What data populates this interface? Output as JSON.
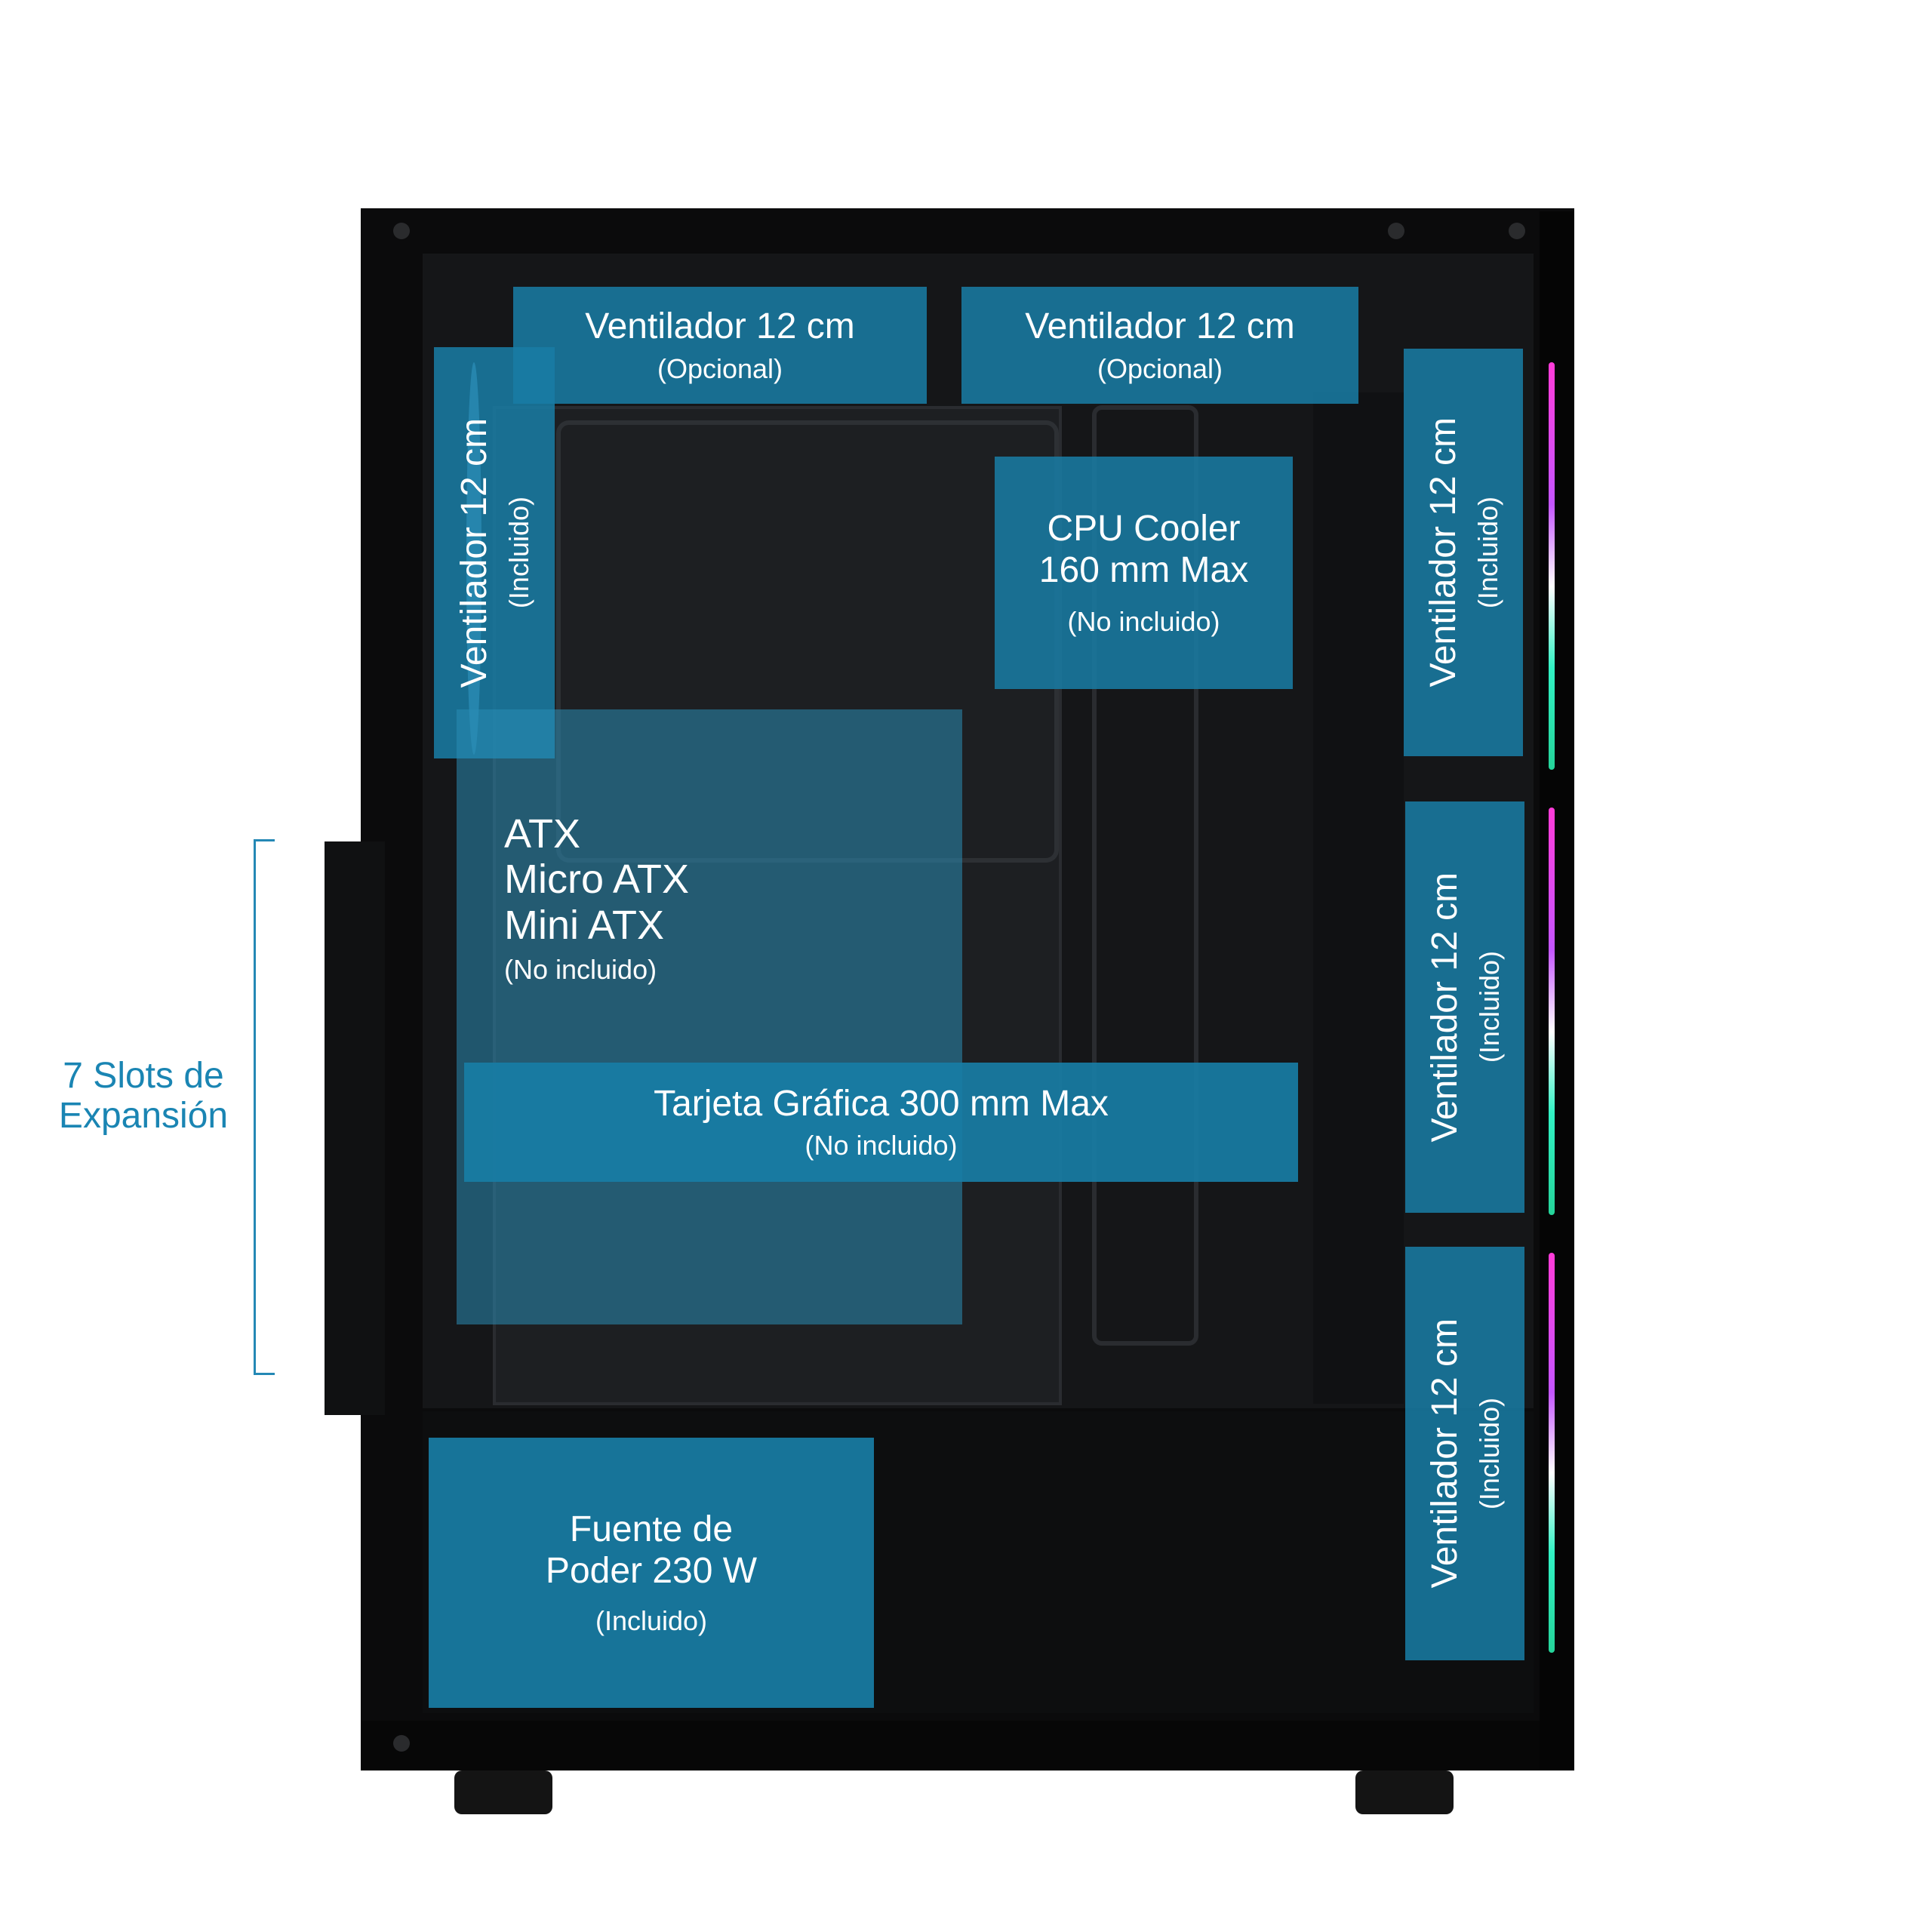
{
  "labels": {
    "top_fan_1": {
      "title": "Ventilador 12 cm",
      "note": "(Opcional)"
    },
    "top_fan_2": {
      "title": "Ventilador 12 cm",
      "note": "(Opcional)"
    },
    "rear_fan": {
      "title": "Ventilador 12 cm",
      "note": "(Incluido)"
    },
    "cpu_cooler": {
      "line1": "CPU Cooler",
      "line2": "160 mm Max",
      "note": "(No incluido)"
    },
    "front_fan_1": {
      "title": "Ventilador 12 cm",
      "note": "(Incluido)"
    },
    "front_fan_2": {
      "title": "Ventilador 12 cm",
      "note": "(Incluido)"
    },
    "front_fan_3": {
      "title": "Ventilador 12 cm",
      "note": "(Incluido)"
    },
    "motherboard": {
      "line1": "ATX",
      "line2": "Micro ATX",
      "line3": "Mini ATX",
      "note": "(No incluido)"
    },
    "gpu": {
      "title": "Tarjeta Gráfica 300 mm Max",
      "note": "(No incluido)"
    },
    "psu": {
      "line1": "Fuente de",
      "line2": "Poder 230 W",
      "note": "(Incluido)"
    }
  },
  "expansion_slots": {
    "line1": "7 Slots de",
    "line2": "Expansión"
  },
  "colors": {
    "accent": "#1a85b3",
    "box": "#187da5",
    "case": "#0b0b0c"
  }
}
